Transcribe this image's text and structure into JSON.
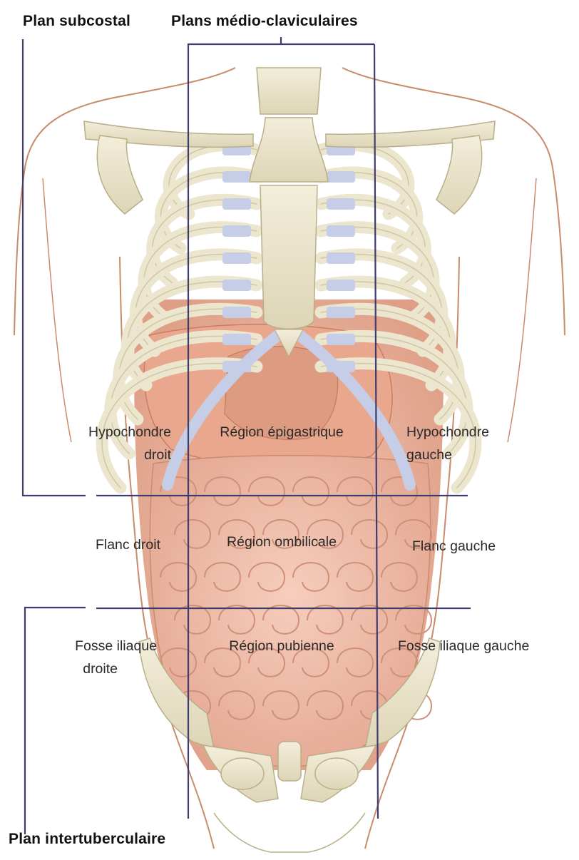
{
  "figure": {
    "planes": {
      "subcostal": "Plan subcostal",
      "midclavicular": "Plans médio-claviculaires",
      "intertubercular": "Plan intertuberculaire"
    },
    "regions": {
      "right_hypochondrium_l1": "Hypochondre",
      "right_hypochondrium_l2": "droit",
      "epigastric": "Région épigastrique",
      "left_hypochondrium_l1": "Hypochondre",
      "left_hypochondrium_l2": "gauche",
      "right_flank": "Flanc droit",
      "umbilical": "Région ombilicale",
      "left_flank": "Flanc gauche",
      "right_iliac_l1": "Fosse iliaque",
      "right_iliac_l2": "droite",
      "pubic": "Région pubienne",
      "left_iliac": "Fosse iliaque gauche"
    }
  },
  "colors": {
    "plane_line": "#3f3c6e",
    "bone": "#ece6cf",
    "bone_shadow": "#cfc7a6",
    "cartilage": "#c6cde6",
    "muscle": "#e7a78c",
    "intestine": "#f0b9a4",
    "skin_outline": "#c98b6a"
  }
}
